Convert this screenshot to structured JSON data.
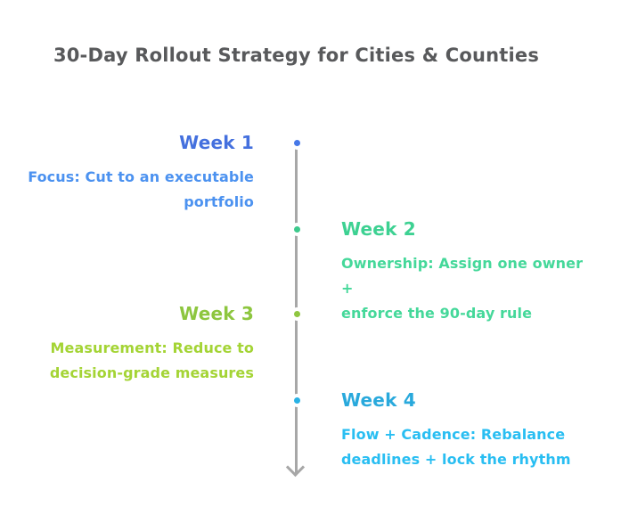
{
  "title": "30-Day Rollout Strategy for Cities & Counties",
  "title_color": "#58595B",
  "background_color": "#FFFFFF",
  "timeline": {
    "axis_color": "#A7A7A7",
    "arrow_icon": "chevron-down",
    "connector_color": "#FFFFFF",
    "node_ring_color": "#FFFFFF",
    "milestones": [
      {
        "label": "Week 1",
        "side": "left",
        "lines": [
          "Focus: Cut to an executable",
          "portfolio"
        ],
        "heading_color": "#4470DE",
        "body_color": "#4C92F0",
        "dot_color": "#4678E8"
      },
      {
        "label": "Week 2",
        "side": "right",
        "lines": [
          "Ownership: Assign one owner +",
          "enforce the 90-day rule"
        ],
        "heading_color": "#3DD192",
        "body_color": "#45D89A",
        "dot_color": "#3DC98C"
      },
      {
        "label": "Week 3",
        "side": "left",
        "lines": [
          "Measurement: Reduce to",
          "decision-grade measures"
        ],
        "heading_color": "#8DC63F",
        "body_color": "#A4D435",
        "dot_color": "#8FC640"
      },
      {
        "label": "Week 4",
        "side": "right",
        "lines": [
          "Flow + Cadence: Rebalance",
          "deadlines + lock the rhythm"
        ],
        "heading_color": "#29A9DC",
        "body_color": "#29BEF2",
        "dot_color": "#29B2E5"
      }
    ]
  }
}
